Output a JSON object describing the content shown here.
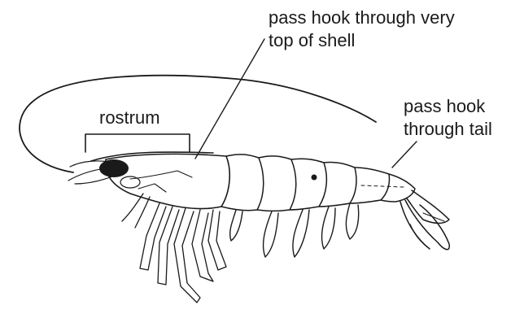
{
  "labels": {
    "top_shell": [
      "pass hook through very",
      "top of shell"
    ],
    "rostrum": "rostrum",
    "tail": [
      "pass hook",
      "through tail"
    ]
  },
  "colors": {
    "ink": "#1a1a1a",
    "background": "#ffffff"
  }
}
